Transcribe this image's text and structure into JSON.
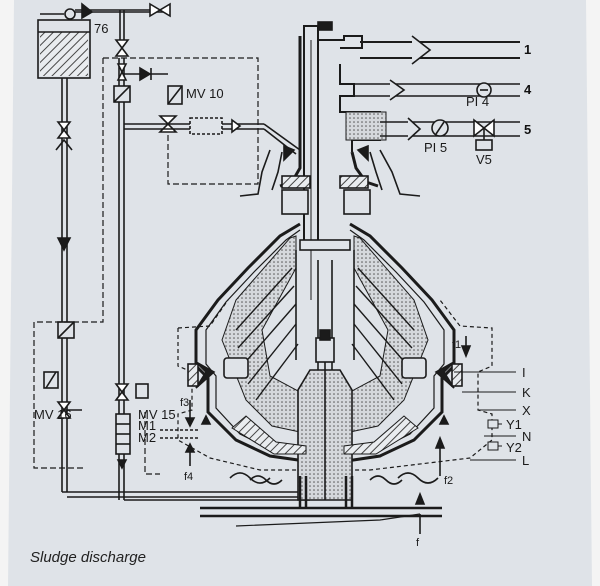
{
  "labels": {
    "tank": "76",
    "mv10": "MV 10",
    "mv15": "MV 15",
    "mv16": "MV 16",
    "m1": "M1",
    "m2": "M2",
    "pi4": "PI 4",
    "pi5": "PI 5",
    "v5": "V5",
    "f1": "f1",
    "f2": "f2",
    "f3": "f3",
    "f4": "f4",
    "f": "f",
    "port1": "1",
    "port4": "4",
    "port5": "5",
    "I": "I",
    "K": "K",
    "X": "X",
    "Y1": "Y1",
    "N": "N",
    "Y2": "Y2",
    "L": "L"
  },
  "caption": "Sludge discharge",
  "colors": {
    "paper": "#dfe3e8",
    "ink": "#1b1b1b",
    "hatch": "#555555"
  }
}
